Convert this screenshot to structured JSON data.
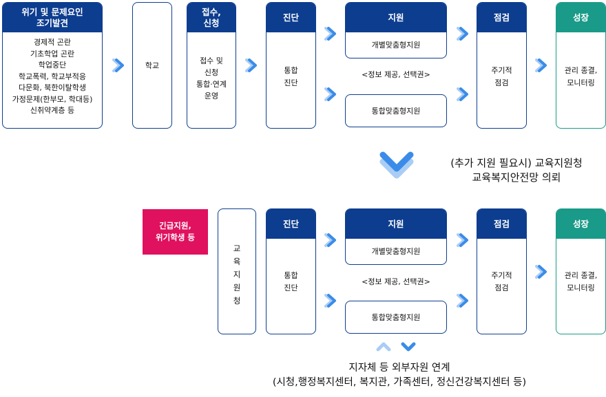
{
  "top_row": {
    "crisis": {
      "header": [
        "위기 및 문제요인",
        "조기발견"
      ],
      "items": [
        "경제적 곤란",
        "기초학업 곤란",
        "학업중단",
        "학교폭력, 학교부적응",
        "다문화, 북한이탈학생",
        "가정문제(한부모, 학대등)",
        "신취약계층 등"
      ]
    },
    "school": "학교",
    "intake": {
      "header": [
        "접수,",
        "신청"
      ],
      "body": [
        "접수 및",
        "신청",
        "통합·연계",
        "운영"
      ]
    },
    "diagnosis": {
      "header": "진단",
      "body": [
        "통합",
        "진단"
      ]
    },
    "support": {
      "header": "지원",
      "individual": "개별맞춤형지원",
      "note": "<정보 제공, 선택권>",
      "integrated": "통합맞춤형지원"
    },
    "check": {
      "header": "점검",
      "body": [
        "주기적",
        "점검"
      ]
    },
    "growth": {
      "header": "성장",
      "body": [
        "관리 종결,",
        "모니터링"
      ]
    }
  },
  "middle_caption": [
    "(추가 지원 필요시) 교육지원청",
    "교육복지안전망 의뢰"
  ],
  "bottom_row": {
    "emergency": [
      "긴급지원,",
      "위기학생 등"
    ],
    "office": [
      "교",
      "육",
      "지",
      "원",
      "청"
    ],
    "diagnosis": {
      "header": "진단",
      "body": [
        "통합",
        "진단"
      ]
    },
    "support": {
      "header": "지원",
      "individual": "개별맞춤형지원",
      "note": "<정보 제공, 선택권>",
      "integrated": "통합맞춤형지원"
    },
    "check": {
      "header": "점검",
      "body": [
        "주기적",
        "점검"
      ]
    },
    "growth": {
      "header": "성장",
      "body": [
        "관리 종결,",
        "모니터링"
      ]
    }
  },
  "bottom_caption": [
    "지자체 등 외부자원 연계",
    "(시청,행정복지센터, 복지관, 가족센터, 정신건강복지센터 등)"
  ],
  "colors": {
    "navy": "#0d3d8f",
    "teal": "#1a9a88",
    "red": "#e0115f",
    "chevron": "#3b8ce8",
    "chevron_light": "#a9cdf5"
  }
}
